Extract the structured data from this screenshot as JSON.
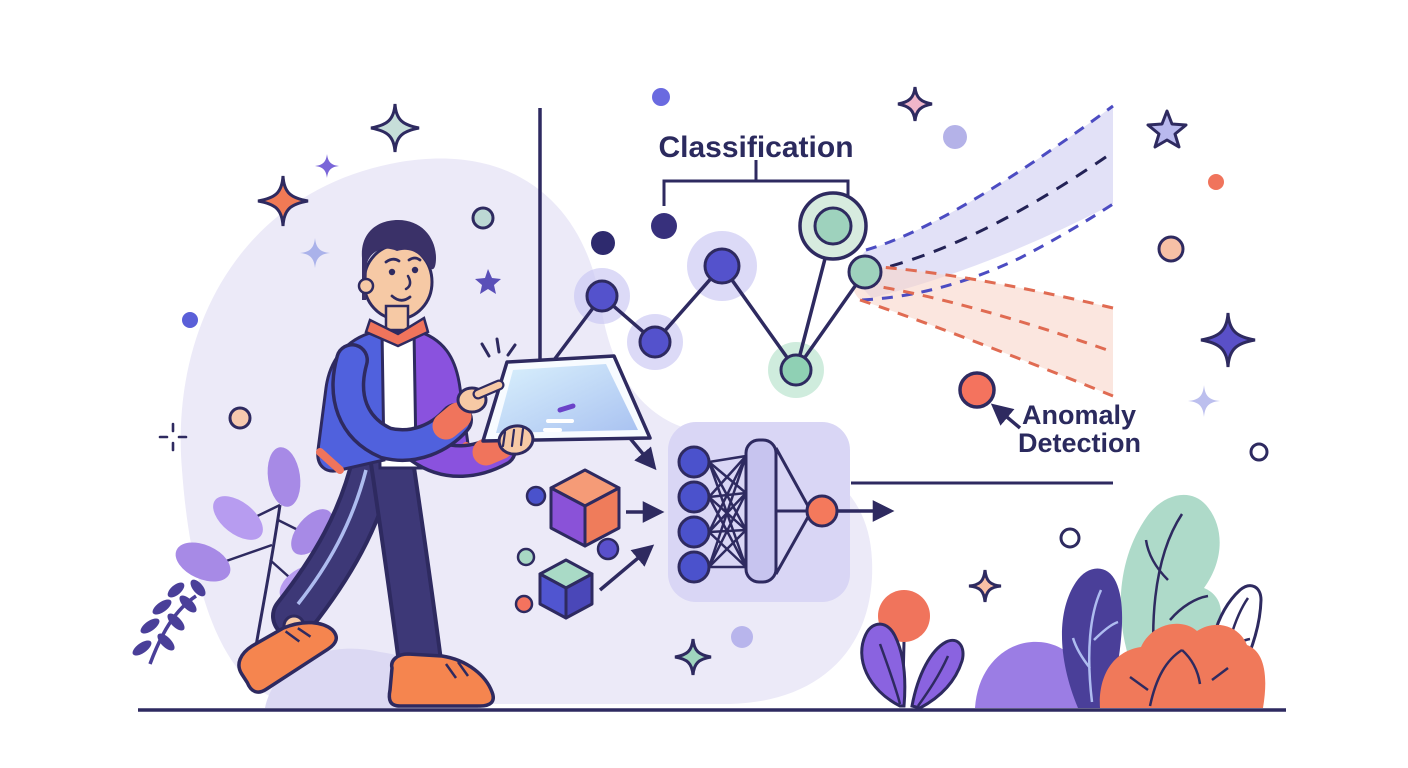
{
  "illustration": {
    "description": "Flat vector illustration of a man with a tablet beside machine-learning diagrams",
    "labels": {
      "classification": "Classification",
      "anomaly_line1": "Anomaly",
      "anomaly_line2": "Detection"
    },
    "palette": {
      "navy_outline": "#2e2a60",
      "lavender_blob": "#eceaf8",
      "node_purple": "#5452cc",
      "node_halo": "#c9c6f2",
      "node_green": "#9ed2bd",
      "node_green_halo": "#cdeadb",
      "coral": "#f0745c",
      "orange_shoe": "#f5854f",
      "jacket_blue": "#5061dd",
      "jacket_purple": "#8a52de",
      "pants_indigo": "#3d3877",
      "skin": "#f6c9a5",
      "band_lavender": "#cfcdf1",
      "band_coral": "#f9d6c9",
      "mint_leaf": "#aedac9",
      "indigo_leaf": "#4a3f99",
      "purple_leaf": "#a78ae6",
      "nn_box": "#d9d6f5"
    }
  }
}
